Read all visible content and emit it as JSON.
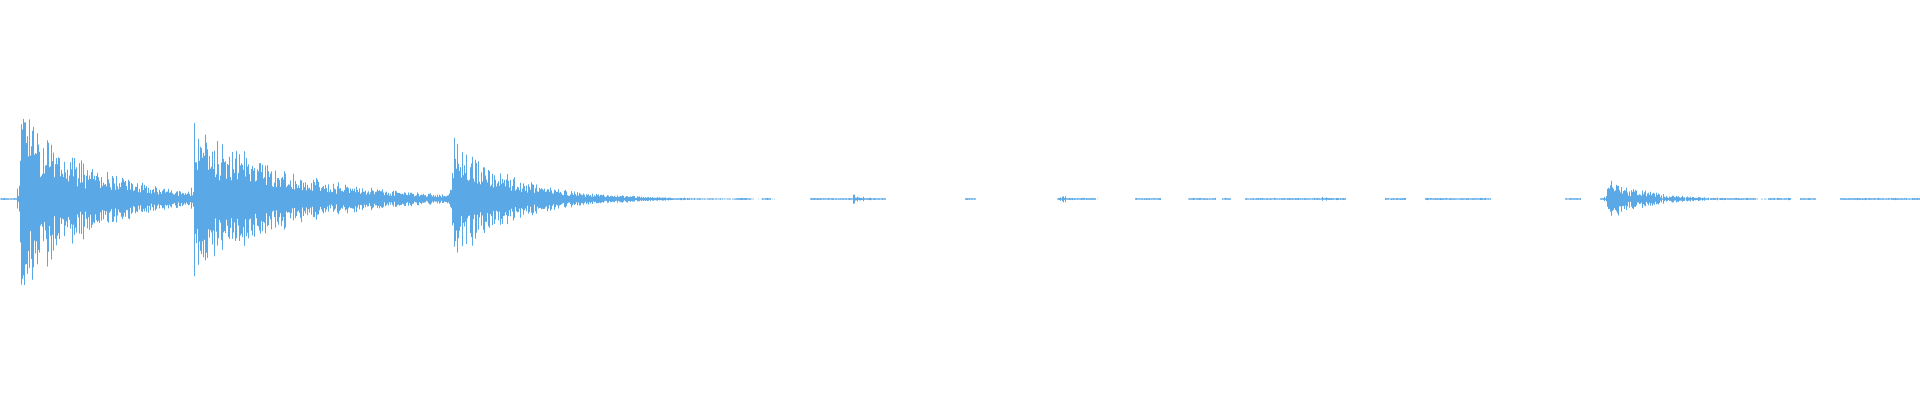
{
  "waveform": {
    "color": "#5aa9e6",
    "background": "#ffffff",
    "duration_units": 1920,
    "baseline": "center",
    "events": [
      {
        "t": 20,
        "amp": 0.72,
        "decay": 70,
        "density": 1.0
      },
      {
        "t": 194,
        "amp": 0.6,
        "decay": 90,
        "density": 1.0
      },
      {
        "t": 255,
        "amp": 0.12,
        "decay": 20,
        "density": 0.8
      },
      {
        "t": 300,
        "amp": 0.1,
        "decay": 25,
        "density": 0.8
      },
      {
        "t": 382,
        "amp": 0.08,
        "decay": 10,
        "density": 0.7
      },
      {
        "t": 400,
        "amp": 0.06,
        "decay": 12,
        "density": 0.7
      },
      {
        "t": 452,
        "amp": 0.48,
        "decay": 60,
        "density": 1.0
      },
      {
        "t": 558,
        "amp": 0.03,
        "decay": 8,
        "density": 0.5
      },
      {
        "t": 853,
        "amp": 0.05,
        "decay": 10,
        "density": 0.5
      },
      {
        "t": 1060,
        "amp": 0.03,
        "decay": 15,
        "density": 0.5
      },
      {
        "t": 1322,
        "amp": 0.02,
        "decay": 10,
        "density": 0.4
      },
      {
        "t": 1607,
        "amp": 0.16,
        "decay": 40,
        "density": 0.9
      }
    ],
    "noise_segments": [
      [
        0,
        520
      ],
      [
        550,
        580
      ],
      [
        655,
        680
      ],
      [
        735,
        750
      ],
      [
        762,
        770
      ],
      [
        810,
        885
      ],
      [
        965,
        975
      ],
      [
        1058,
        1095
      ],
      [
        1135,
        1160
      ],
      [
        1188,
        1215
      ],
      [
        1222,
        1230
      ],
      [
        1245,
        1345
      ],
      [
        1385,
        1405
      ],
      [
        1425,
        1490
      ],
      [
        1565,
        1580
      ],
      [
        1600,
        1680
      ],
      [
        1720,
        1755
      ],
      [
        1768,
        1790
      ],
      [
        1800,
        1815
      ],
      [
        1840,
        1920
      ]
    ]
  }
}
